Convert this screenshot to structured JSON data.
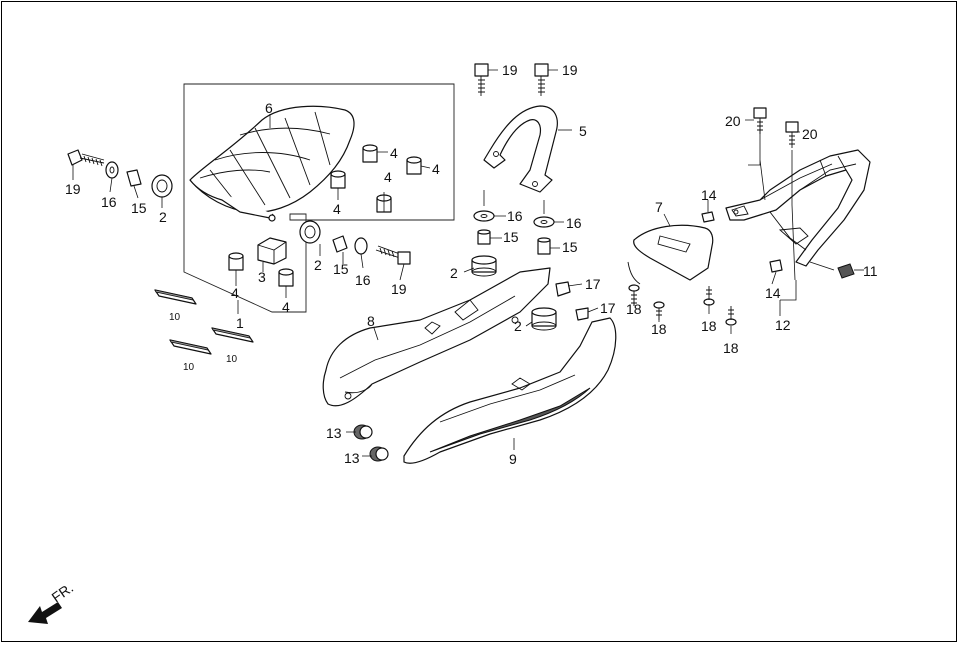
{
  "diagram": {
    "direction_label": "FR.",
    "callouts": {
      "c1": "1",
      "c2a": "2",
      "c2b": "2",
      "c2c": "2",
      "c2d": "2",
      "c3": "3",
      "c4a": "4",
      "c4b": "4",
      "c4c": "4",
      "c4d": "4",
      "c4e": "4",
      "c5": "5",
      "c6": "6",
      "c7": "7",
      "c8": "8",
      "c9": "9",
      "c10a": "10",
      "c10b": "10",
      "c10c": "10",
      "c11": "11",
      "c12": "12",
      "c13a": "13",
      "c13b": "13",
      "c14a": "14",
      "c14b": "14",
      "c15a": "15",
      "c15b": "15",
      "c15c": "15",
      "c16a": "16",
      "c16b": "16",
      "c16c": "16",
      "c16d": "16",
      "c17a": "17",
      "c17b": "17",
      "c18a": "18",
      "c18b": "18",
      "c18c": "18",
      "c18d": "18",
      "c19a": "19",
      "c19b": "19",
      "c19c": "19",
      "c19d": "19",
      "c20a": "20",
      "c20b": "20"
    }
  }
}
